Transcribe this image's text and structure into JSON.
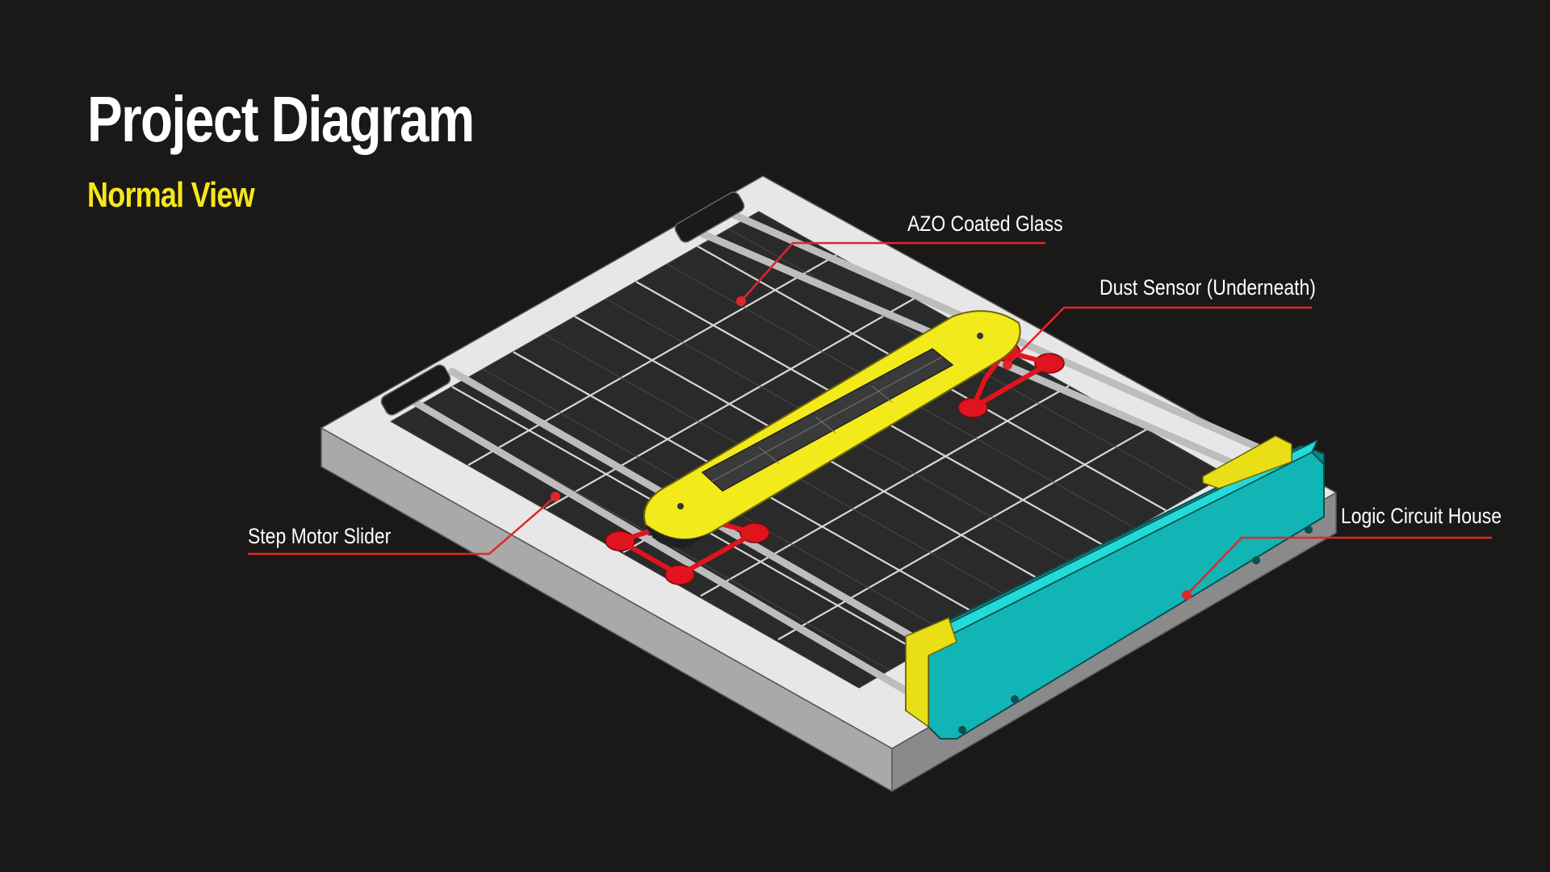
{
  "header": {
    "title": "Project Diagram",
    "subtitle": "Normal View"
  },
  "callouts": {
    "azo_glass": "AZO Coated Glass",
    "dust_sensor": "Dust Sensor (Underneath)",
    "step_motor": "Step Motor Slider",
    "logic_circuit": "Logic Circuit House"
  },
  "colors": {
    "background": "#1b1818",
    "title": "#ffffff",
    "subtitle": "#f5e71a",
    "leader_line": "#e0262b",
    "slider_body": "#f2ea1a",
    "housing": "#12b5b5",
    "feet": "#e0141e"
  }
}
